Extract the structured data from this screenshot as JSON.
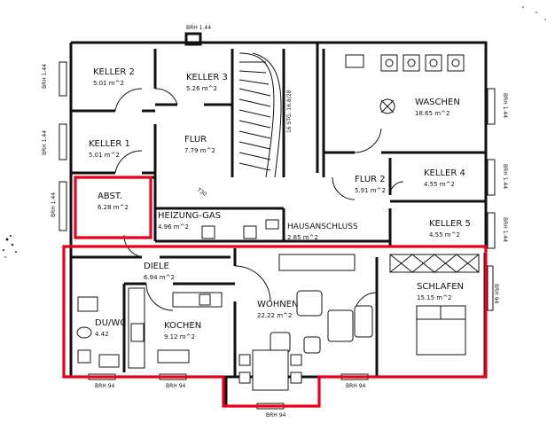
{
  "plan": {
    "colors": {
      "wall": "#111111",
      "highlight": "#e8001c",
      "paper": "#ffffff"
    },
    "rooms": [
      {
        "id": "keller2",
        "name": "KELLER 2",
        "area": "5.01 m^2"
      },
      {
        "id": "keller3",
        "name": "KELLER 3",
        "area": "5.26 m^2"
      },
      {
        "id": "keller1",
        "name": "KELLER 1",
        "area": "5.01 m^2"
      },
      {
        "id": "flur",
        "name": "FLUR",
        "area": "7.79 m^2"
      },
      {
        "id": "waschen",
        "name": "WASCHEN",
        "area": "18.65 m^2"
      },
      {
        "id": "flur2",
        "name": "FLUR 2",
        "area": "5.91 m^2"
      },
      {
        "id": "keller4",
        "name": "KELLER 4",
        "area": "4.55 m^2"
      },
      {
        "id": "keller5",
        "name": "KELLER 5",
        "area": "4.55 m^2"
      },
      {
        "id": "abst",
        "name": "ABST.",
        "area": "6.28 m^2"
      },
      {
        "id": "heizung",
        "name": "HEIZUNG-GAS",
        "area": "4.96 m^2"
      },
      {
        "id": "hausanschluss",
        "name": "HAUSANSCHLUSS",
        "area": "2.85 m^2"
      },
      {
        "id": "diele",
        "name": "DIELE",
        "area": "6.94 m^2"
      },
      {
        "id": "duwc",
        "name": "DU/WC",
        "area": "4.42"
      },
      {
        "id": "kochen",
        "name": "KOCHEN",
        "area": "9.12 m^2"
      },
      {
        "id": "wohnen",
        "name": "WOHNEN",
        "area": "22.22 m^2"
      },
      {
        "id": "schlafen",
        "name": "SCHLAFEN",
        "area": "15.15 m^2"
      }
    ],
    "stairs_label": "16 STG. 16.8/28",
    "door_label": "T30",
    "brh": {
      "top": "BRH 1.44",
      "left_1": "BRH 1.44",
      "left_2": "BRH 1.44",
      "left_3": "BRH 1.44",
      "right_1": "BRH 1.44",
      "right_2": "BRH 1.44",
      "right_3": "BRH 1.44",
      "bottom_1": "BRH 94",
      "bottom_2": "BRH 94",
      "bottom_3": "BRH 94",
      "bottom_4": "BRH 94",
      "right_4": "BRH 94"
    }
  }
}
